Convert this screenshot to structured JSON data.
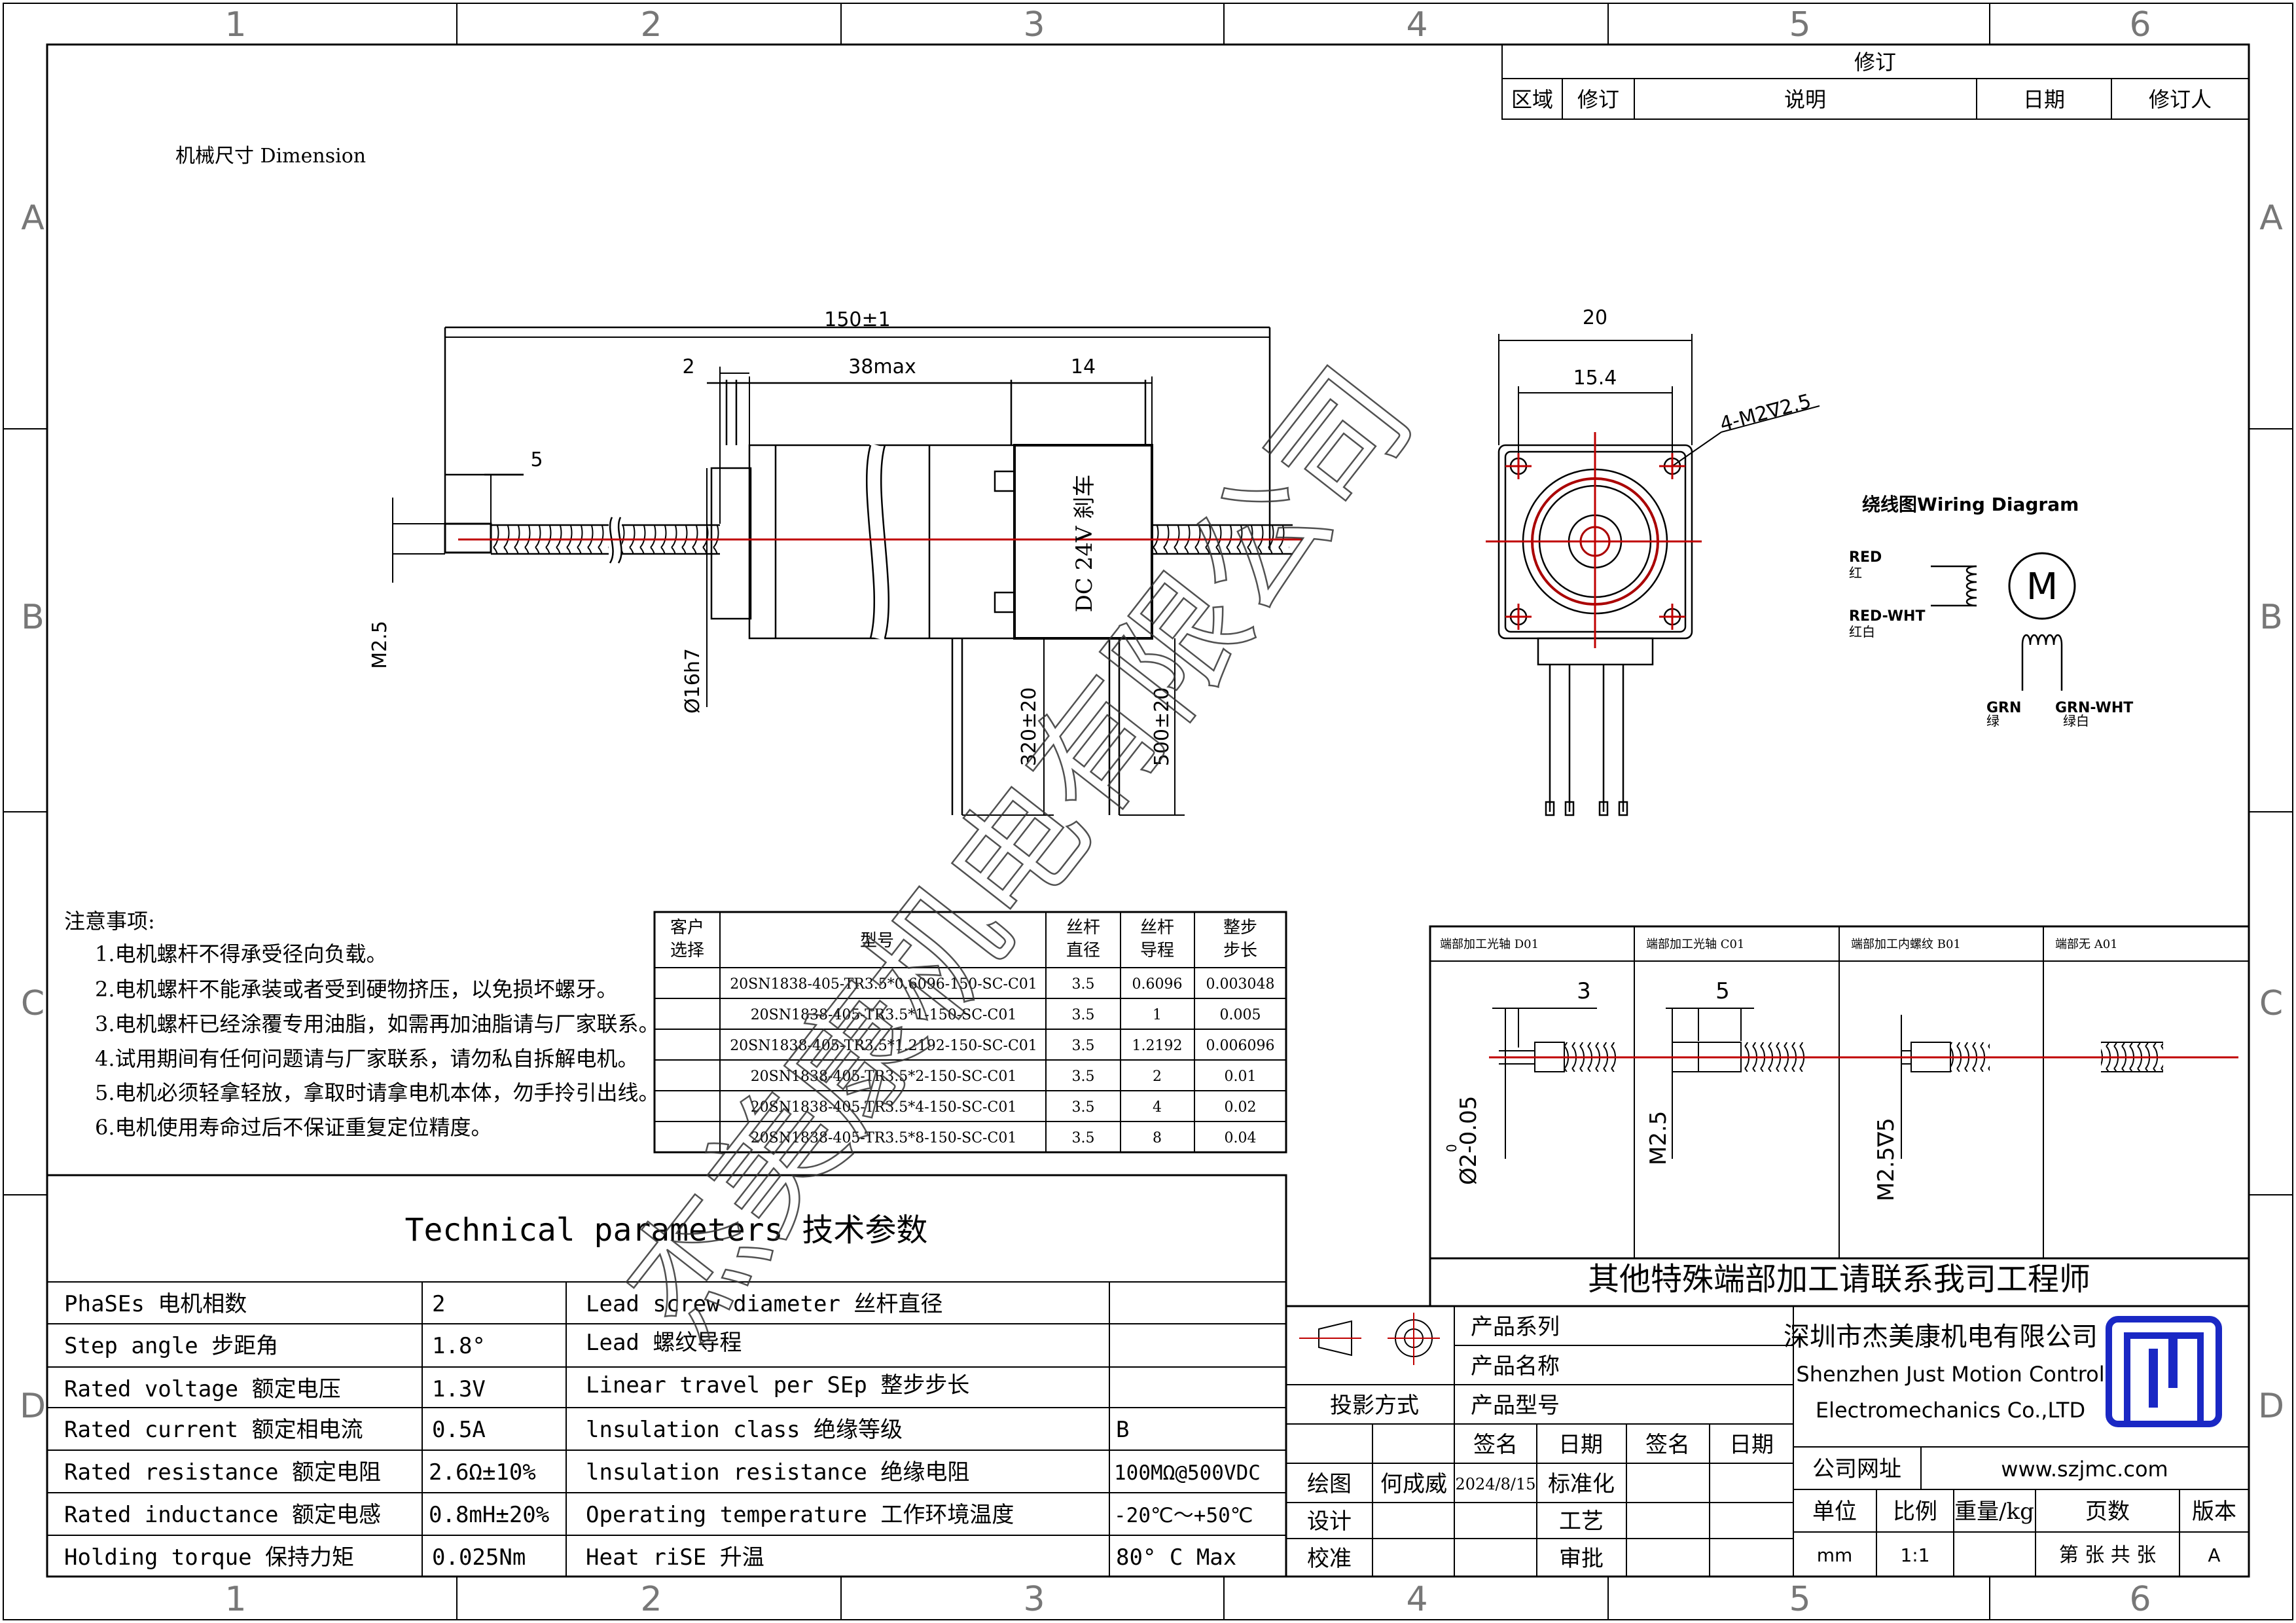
{
  "border": {
    "columns": [
      "1",
      "2",
      "3",
      "4",
      "5",
      "6"
    ],
    "rows": [
      "A",
      "B",
      "C",
      "D"
    ]
  },
  "revision_block": {
    "title": "修订",
    "headers": [
      "区域",
      "修订",
      "说明",
      "日期",
      "修订人"
    ]
  },
  "dimension_label": "机械尺寸 Dimension",
  "side_view": {
    "overall_length": "150±1",
    "flange": "2",
    "body": "38max",
    "brake": "14",
    "screw_end": "5",
    "thread": "M2.5",
    "pilot": "Ø16h7",
    "lead1": "320±20",
    "lead2": "500±20",
    "brake_label": "DC 24V 刹车"
  },
  "front_view": {
    "width": "20",
    "hole_spacing": "15.4",
    "holes": "4-M2∇2.5"
  },
  "wiring": {
    "title": "绕线图Wiring Diagram",
    "motor": "M",
    "wires": [
      {
        "code": "RED",
        "cn": "红"
      },
      {
        "code": "RED-WHT",
        "cn": "红白"
      },
      {
        "code": "GRN",
        "cn": "绿"
      },
      {
        "code": "GRN-WHT",
        "cn": "绿白"
      }
    ]
  },
  "notes": {
    "title": "注意事项:",
    "items": [
      "1.电机螺杆不得承受径向负载。",
      "2.电机螺杆不能承装或者受到硬物挤压，以免损坏螺牙。",
      "3.电机螺杆已经涂覆专用油脂，如需再加油脂请与厂家联系。",
      "4.试用期间有任何问题请与厂家联系，请勿私自拆解电机。",
      "5.电机必须轻拿轻放，拿取时请拿电机本体，勿手拎引出线。",
      "6.电机使用寿命过后不保证重复定位精度。"
    ]
  },
  "model_table": {
    "headers": [
      [
        "客户",
        "选择"
      ],
      [
        "型号"
      ],
      [
        "丝杆",
        "直径"
      ],
      [
        "丝杆",
        "导程"
      ],
      [
        "整步",
        "步长"
      ]
    ],
    "rows": [
      [
        "",
        "20SN1838-405-TR3.5*0.6096-150-SC-C01",
        "3.5",
        "0.6096",
        "0.003048"
      ],
      [
        "",
        "20SN1838-405-TR3.5*1-150-SC-C01",
        "3.5",
        "1",
        "0.005"
      ],
      [
        "",
        "20SN1838-405-TR3.5*1.2192-150-SC-C01",
        "3.5",
        "1.2192",
        "0.006096"
      ],
      [
        "",
        "20SN1838-405-TR3.5*2-150-SC-C01",
        "3.5",
        "2",
        "0.01"
      ],
      [
        "",
        "20SN1838-405-TR3.5*4-150-SC-C01",
        "3.5",
        "4",
        "0.02"
      ],
      [
        "",
        "20SN1838-405-TR3.5*8-150-SC-C01",
        "3.5",
        "8",
        "0.04"
      ]
    ]
  },
  "tech_params": {
    "title": "Technical parameters 技术参数",
    "left": [
      [
        "PhaSEs  电机相数",
        "2"
      ],
      [
        "Step angle 步距角",
        "1.8°"
      ],
      [
        "Rated voltage 额定电压",
        "1.3V"
      ],
      [
        "Rated current 额定相电流",
        "0.5A"
      ],
      [
        "Rated resistance 额定电阻",
        "2.6Ω±10%"
      ],
      [
        "Rated inductance 额定电感",
        "0.8mH±20%"
      ],
      [
        "Holding torque 保持力矩",
        "0.025Nm"
      ]
    ],
    "right": [
      [
        "Lead screw diameter 丝杆直径",
        ""
      ],
      [
        "Lead 螺纹导程",
        ""
      ],
      [
        "Linear travel per SEp 整步步长",
        ""
      ],
      [
        "lnsulation class 绝缘等级",
        "B"
      ],
      [
        "lnsulation resistance 绝缘电阻",
        "100MΩ@500VDC"
      ],
      [
        "Operating temperature 工作环境温度",
        "-20℃～+50℃"
      ],
      [
        "Heat riSE 升温",
        "80° C Max"
      ]
    ]
  },
  "ends": {
    "headers": [
      "端部加工光轴 D01",
      "端部加工光轴 C01",
      "端部加工内螺纹 B01",
      "端部无 A01"
    ],
    "dims": [
      "3",
      "Ø2-0.05",
      "0",
      "5",
      "M2.5",
      "M2.5∇5"
    ],
    "note": "其他特殊端部加工请联系我司工程师"
  },
  "title_block": {
    "projection": "投影方式",
    "series": "产品系列",
    "name": "产品名称",
    "model": "产品型号",
    "sign": "签名",
    "date": "日期",
    "draw": "绘图",
    "drawer": "何成威",
    "draw_date": "2024/8/15",
    "design": "设计",
    "check": "校准",
    "std": "标准化",
    "process": "工艺",
    "approve": "审批",
    "company_cn": "深圳市杰美康机电有限公司",
    "company_en1": "Shenzhen Just Motion Control",
    "company_en2": "Electromechanics Co.,LTD",
    "url_label": "公司网址",
    "url": "www.szjmc.com",
    "unit": "单位",
    "scale": "比例",
    "weight": "重量/kg",
    "pages": "页数",
    "version": "版本",
    "unit_val": "mm",
    "scale_val": "1:1",
    "pages_val": "第 张 共 张",
    "version_val": "A"
  },
  "watermark": "杰美康机电有限公司"
}
